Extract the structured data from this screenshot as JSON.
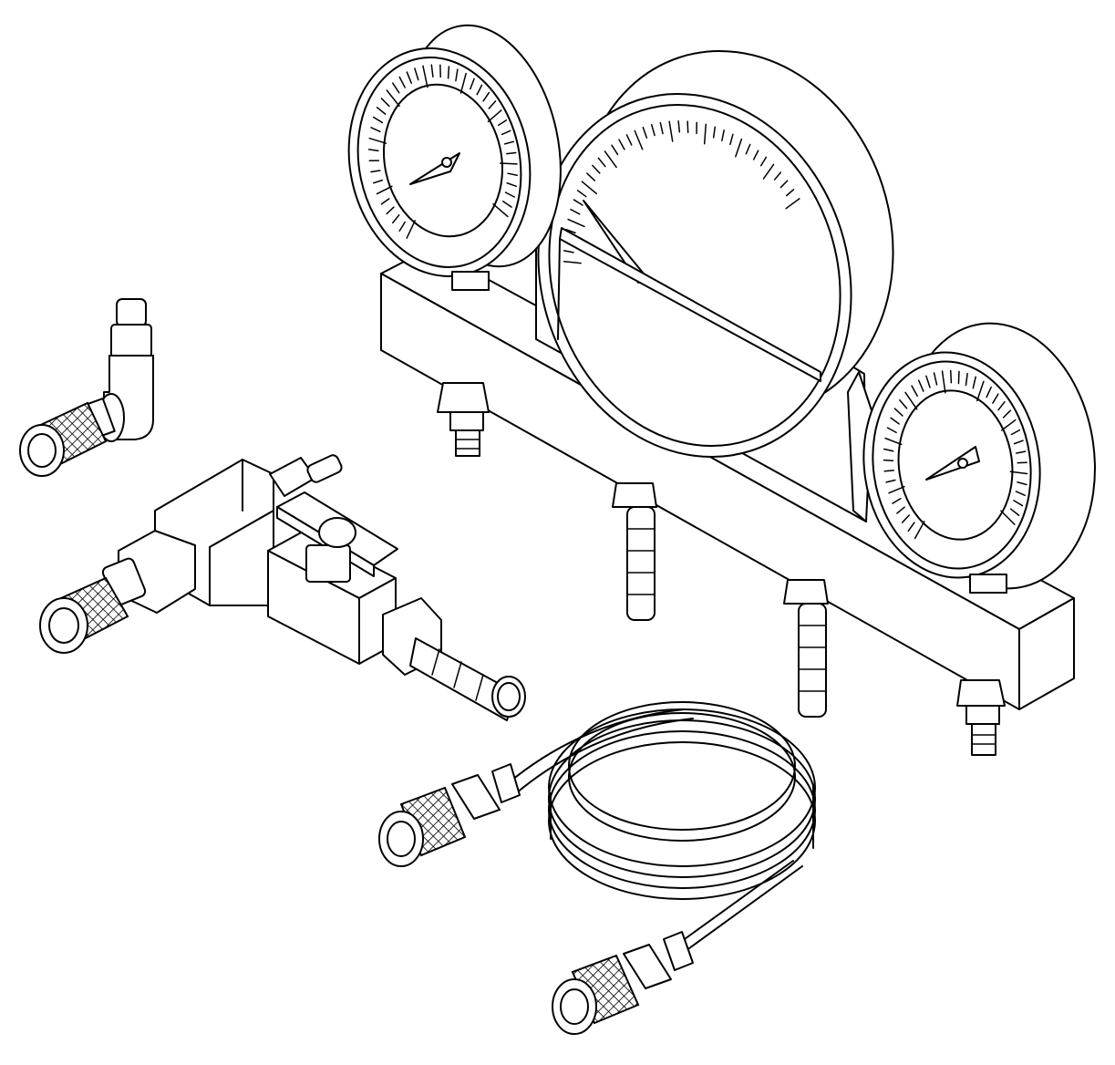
{
  "figure": {
    "components": [
      {
        "name": "gauge-manifold-block"
      },
      {
        "name": "left-pressure-gauge",
        "needle_angle_deg": -30
      },
      {
        "name": "center-large-gauge",
        "needle_angle_deg": -55
      },
      {
        "name": "right-pressure-gauge",
        "needle_angle_deg": -30
      },
      {
        "name": "elbow-adapter"
      },
      {
        "name": "tee-valve-adapter"
      },
      {
        "name": "coiled-hose-assembly"
      }
    ],
    "colors": {
      "line": "#000000",
      "fill": "#ffffff"
    }
  }
}
